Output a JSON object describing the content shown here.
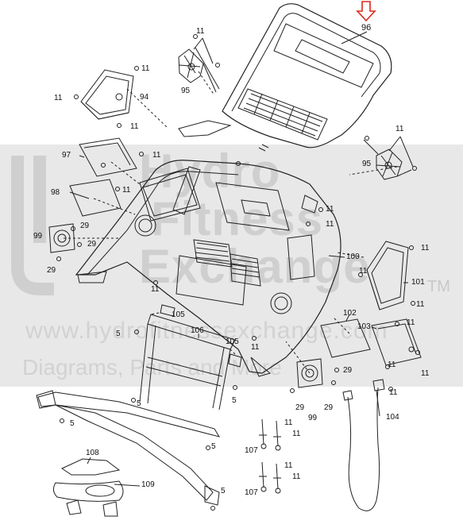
{
  "watermark": {
    "line1": "Hydro",
    "line2": "Fitness",
    "line3": "Exchange",
    "trademark": "TM",
    "url": "www.hydrofitnessexchange.com",
    "tagline": "Diagrams, Parts and More"
  },
  "callouts": {
    "p96": "96",
    "p95a": "95",
    "p95b": "95",
    "p94": "94",
    "p97": "97",
    "p98": "98",
    "p99a": "99",
    "p99b": "99",
    "p100": "100",
    "p101": "101",
    "p102": "102",
    "p103": "103",
    "p104": "104",
    "p105a": "105",
    "p105b": "105",
    "p106": "106",
    "p107a": "107",
    "p107b": "107",
    "p108": "108",
    "p109": "109",
    "p11": "11",
    "p29": "29",
    "p5": "5"
  },
  "colors": {
    "line": "#222222",
    "arrow": "#d9281b",
    "watermark_band": "#e8e8e8",
    "watermark_text": "#cfcfcf"
  }
}
